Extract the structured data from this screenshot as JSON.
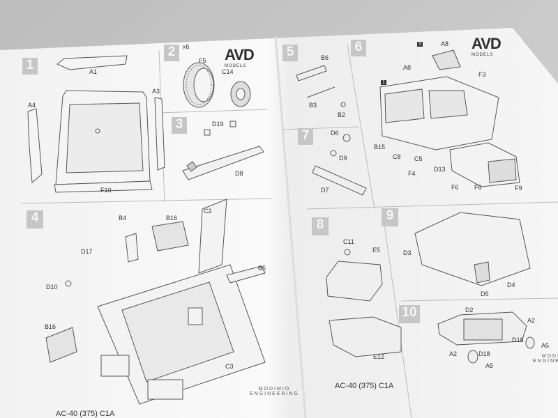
{
  "steps": [
    "1",
    "2",
    "3",
    "4",
    "5",
    "6",
    "7",
    "8",
    "9",
    "10"
  ],
  "multiplier": "x6",
  "logo": {
    "main": "AVD",
    "sub": "MODELS"
  },
  "brand": {
    "name": "MODIMIO",
    "sub": "ENGINEERING"
  },
  "footer": {
    "left": "AC-40 (375) C1A",
    "right": "AC-40 (375) C1A"
  },
  "parts": {
    "A1": "A1",
    "A3": "A3",
    "A4": "A4",
    "F10": "F10",
    "F5": "F5",
    "C14": "C14",
    "D19": "D19",
    "D8": "D8",
    "B4": "B4",
    "B16a": "B16",
    "B16b": "B16",
    "C2": "C2",
    "D17": "D17",
    "D10": "D10",
    "B5": "B5",
    "C3": "C3",
    "B6": "B6",
    "B3": "B3",
    "B2": "B2",
    "A8a": "A8",
    "A8b": "A8",
    "F3": "F3",
    "B15": "B15",
    "C8": "C8",
    "C5": "C5",
    "D13": "D13",
    "F4": "F4",
    "F6a": "F6",
    "F6b": "F6",
    "F9": "F9",
    "D6": "D6",
    "D9": "D9",
    "D7": "D7",
    "C11": "C11",
    "E5": "E5",
    "E12": "E12",
    "D3": "D3",
    "D4": "D4",
    "D5": "D5",
    "D2": "D2",
    "A2a": "A2",
    "A2b": "A2",
    "D18a": "D18",
    "D18b": "D18",
    "A5a": "A5",
    "A5b": "A5",
    "s1": "1",
    "s5": "5"
  }
}
